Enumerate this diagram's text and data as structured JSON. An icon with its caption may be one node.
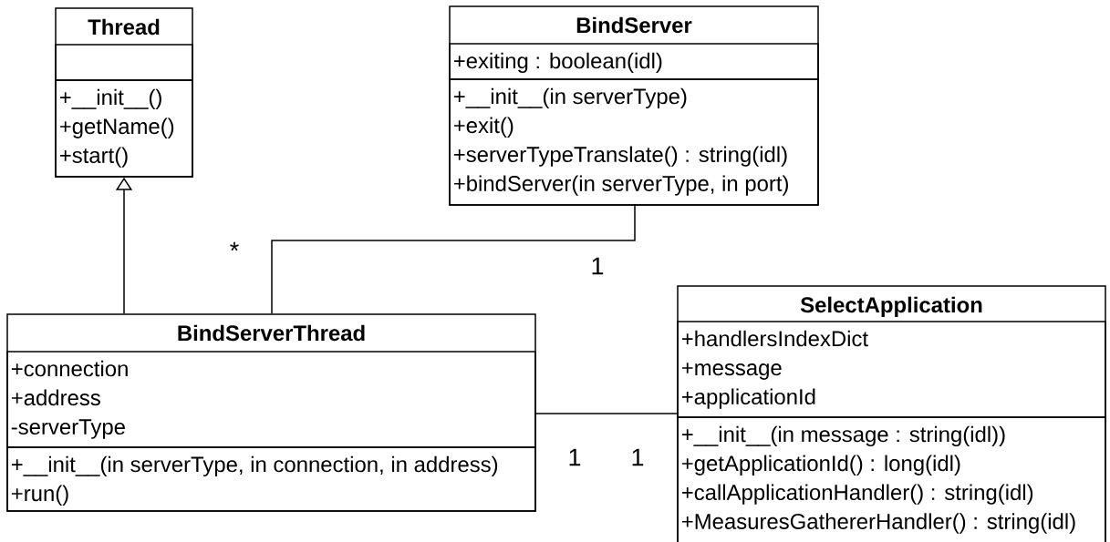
{
  "diagram": {
    "nodes": [
      {
        "text": [
          "Thread"
        ]
      },
      {
        "text": [],
        "shape": "box",
        "in": 0
      },
      {
        "text": [
          "+__init__()",
          "+getName()",
          "+start()"
        ],
        "in": 0
      },
      {
        "text": [
          "BindServer"
        ]
      },
      {
        "text": [
          "+exiting : boolean(idl)"
        ],
        "in": 3
      },
      {
        "text": [
          "+__init__(in serverType)",
          "+exit()",
          "+serverTypeTranslate() : string(idl)",
          "+bindServer(in serverType, in port)"
        ],
        "in": 3
      },
      {
        "text": [
          "BindServerThread"
        ]
      },
      {
        "text": [
          "+connection",
          "+address",
          "-serverType"
        ],
        "in": 6
      },
      {
        "text": [
          "+__init__(in serverType, in connection, in address)",
          "+run()"
        ],
        "in": 6
      },
      {
        "text": [
          "SelectApplication"
        ]
      },
      {
        "text": [
          "+handlersIndexDict",
          "+message",
          "+applicationId"
        ],
        "in": 9
      },
      {
        "text": [
          "+__init__(in message : string(idl))",
          "+getApplicationId() : long(idl)",
          "+callApplicationHandler() : string(idl)",
          "+MeasuresGathererHandler() : string(idl)"
        ],
        "in": 9
      }
    ],
    "edges": [
      {
        "from": 6,
        "to": 0,
        "arrow": "to"
      },
      {
        "from": 6,
        "to": 3,
        "arrow": "none"
      },
      {
        "from": 6,
        "to": 9,
        "arrow": "none"
      }
    ],
    "labels": [
      "*",
      "1",
      "1",
      "1"
    ]
  }
}
